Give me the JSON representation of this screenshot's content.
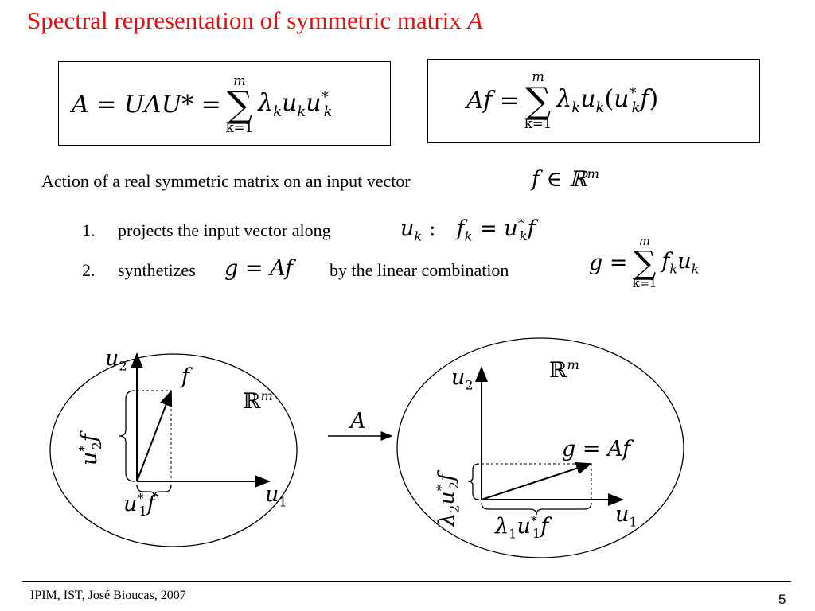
{
  "slide": {
    "title": "Spectral representation of symmetric matrix ",
    "title_var": "A",
    "title_color": "#e01010"
  },
  "formulas": {
    "box1_lhs": "A = UΛU* = ",
    "box1_rhs": "λ",
    "box2_lhs": "Af = ",
    "sum_top": "m",
    "sum_bottom": "k=1"
  },
  "body": {
    "intro": "Action of a real symmetric matrix on an input vector",
    "intro_math": "f ∈ ℝ",
    "intro_math_sup": "m",
    "items": [
      {
        "num": "1.",
        "text": "projects the input vector along",
        "math": "u",
        "math_after": ":",
        "math2": "f"
      },
      {
        "num": "2.",
        "text": "synthetizes",
        "math": "g = Af",
        "text2": "by the linear  combination",
        "math2": "g = "
      }
    ]
  },
  "diagram": {
    "arrow_label": "A",
    "left": {
      "space": "ℝ",
      "space_sup": "m",
      "axis_x": "u",
      "axis_x_sub": "1",
      "axis_y": "u",
      "axis_y_sub": "2",
      "vector": "f",
      "proj_x": "u",
      "proj_y": "u"
    },
    "right": {
      "space": "ℝ",
      "space_sup": "m",
      "axis_x": "u",
      "axis_x_sub": "1",
      "axis_y": "u",
      "axis_y_sub": "2",
      "vector": "g = Af",
      "proj_x": "λ",
      "proj_y": "λ"
    }
  },
  "footer": {
    "left": "IPIM, IST, José Bioucas, 2007",
    "page": "5"
  }
}
